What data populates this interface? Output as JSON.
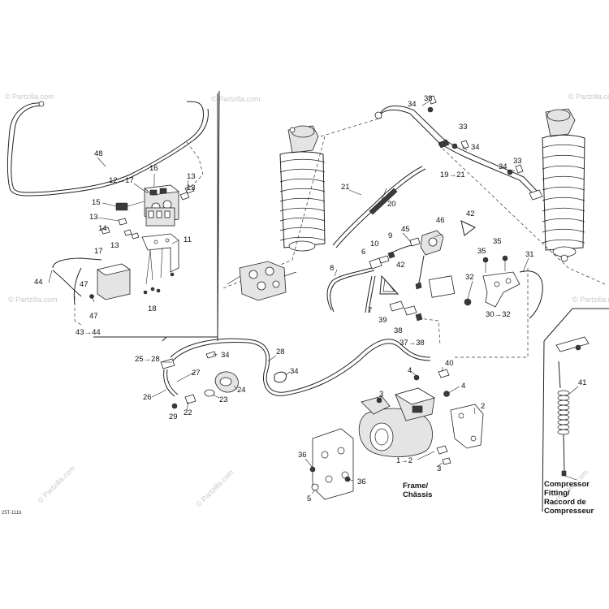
{
  "labels": {
    "l48": "48",
    "l16": "16",
    "l12_17": "12→17",
    "l13a": "13",
    "l13b": "13",
    "l15": "15",
    "l13c": "13",
    "l14": "14",
    "l17": "17",
    "l13d": "13",
    "l11": "11",
    "l44": "44",
    "l47a": "47",
    "l18": "18",
    "l47b": "47",
    "l43_44": "43→44",
    "l21": "21",
    "l20": "20",
    "l34a": "34",
    "l33a": "33",
    "l33b": "33",
    "l34b": "34",
    "l19_21": "19→21",
    "l33c": "33",
    "l34c": "34",
    "l42a": "42",
    "l46": "46",
    "l9": "9",
    "l45": "45",
    "l10": "10",
    "l6": "6",
    "l8": "8",
    "l42b": "42",
    "l35a": "35",
    "l35b": "35",
    "l31": "31",
    "l32": "32",
    "l30_32": "30→32",
    "l7": "7",
    "l39": "39",
    "l38": "38",
    "l37_38": "37→38",
    "l25_28": "25→28",
    "l34d": "34",
    "l28": "28",
    "l27": "27",
    "l34e": "34",
    "l40": "40",
    "l4a": "4",
    "l4b": "4",
    "l26": "26",
    "l24": "24",
    "l23": "23",
    "l29": "29",
    "l22": "22",
    "l3a": "3",
    "l2": "2",
    "l41": "41",
    "l36a": "36",
    "l1_2": "1→2",
    "l3b": "3",
    "l36b": "36",
    "l5": "5"
  },
  "notes": {
    "frame_line1": "Frame/",
    "frame_line2": "Châssis",
    "comp_line1": "Compressor",
    "comp_line2": "Fitting/",
    "comp_line3": "Raccord de",
    "comp_line4": "Compresseur"
  },
  "watermark": "© Partzilla.com",
  "drawing_code": "25T-111b"
}
